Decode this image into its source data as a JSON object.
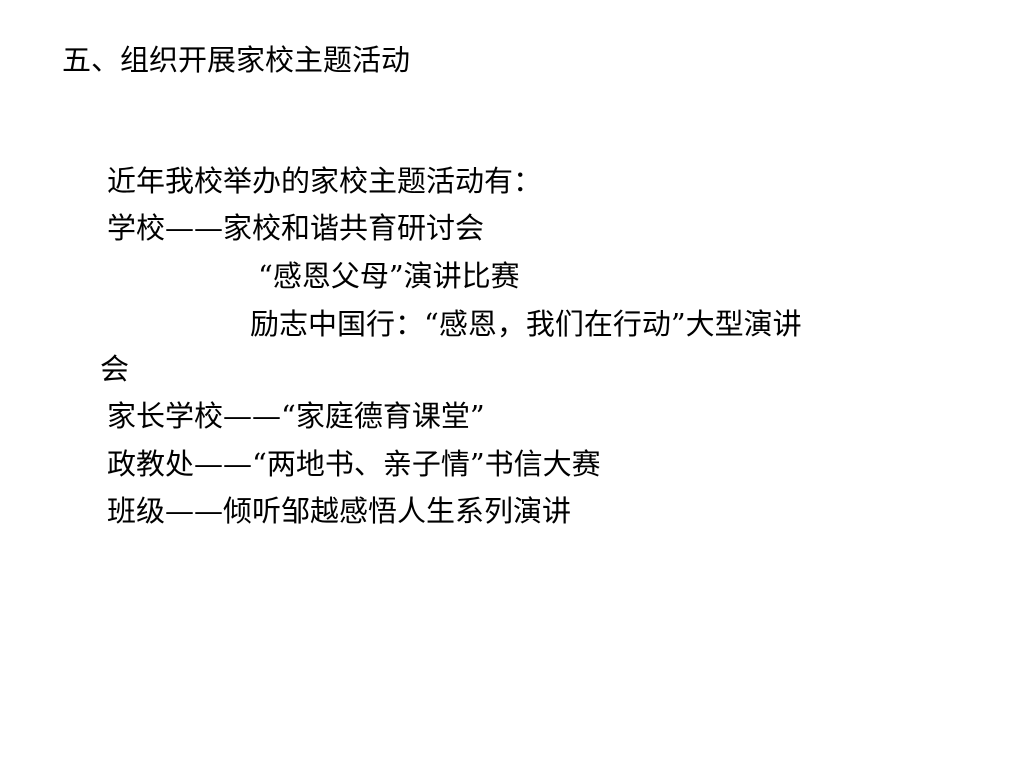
{
  "slide": {
    "title": "五、组织开展家校主题活动",
    "lines": [
      "近年我校举办的家校主题活动有：",
      "学校——家校和谐共育研讨会",
      "“感恩父母”演讲比赛",
      "励志中国行：“感恩，我们在行动”大型演讲",
      "会",
      "家长学校——“家庭德育课堂”",
      "政教处——“两地书、亲子情”书信大赛",
      "班级——倾听邹越感悟人生系列演讲"
    ]
  }
}
